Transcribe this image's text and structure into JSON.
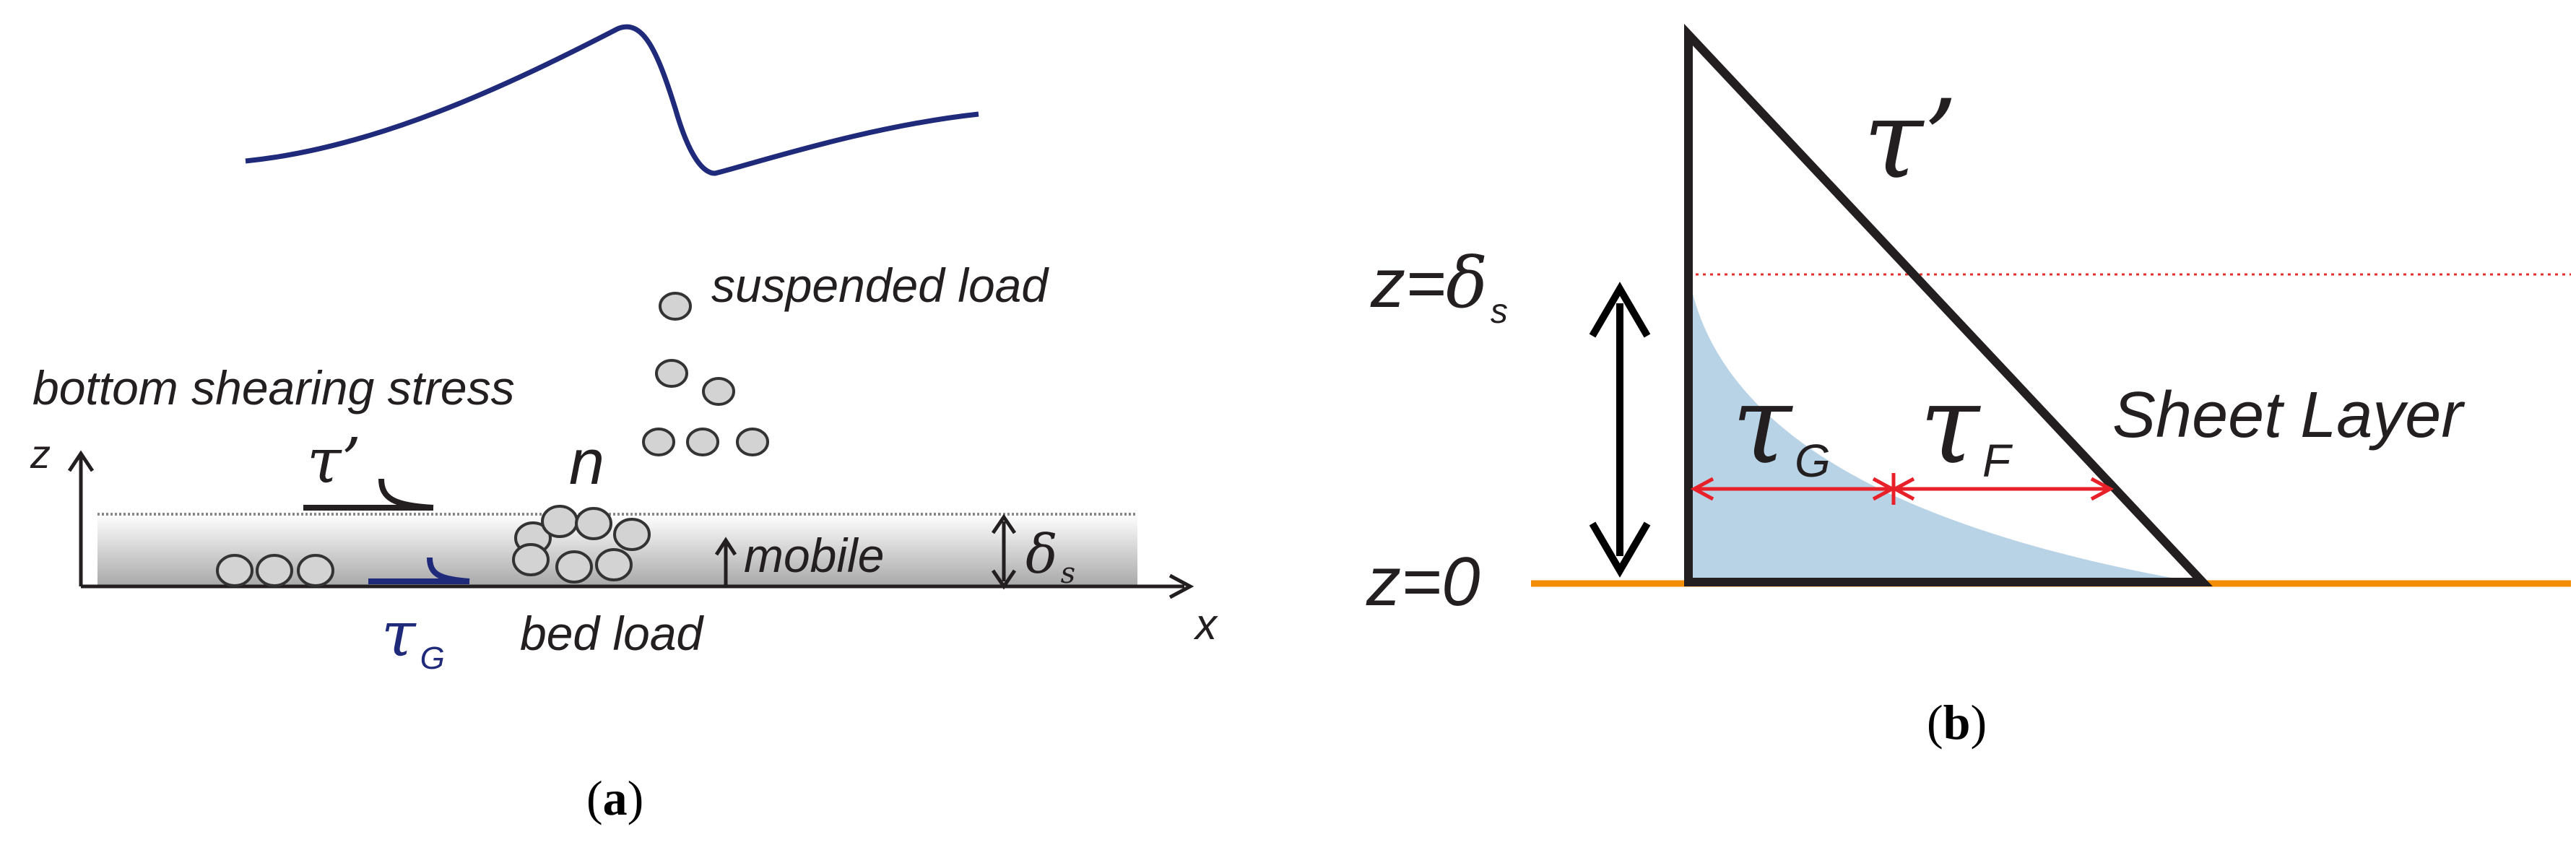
{
  "panel_a": {
    "caption_open": "(",
    "caption_letter": "a",
    "caption_close": ")",
    "suspended_load": "suspended load",
    "bottom_shearing_stress": "bottom shearing stress",
    "z_axis": "z",
    "x_axis": "x",
    "tau_prime": "τ’",
    "n_label": "n",
    "mobile": "mobile",
    "delta": "δ",
    "delta_sub": "s",
    "tau_g": "τ",
    "tau_g_sub": "G",
    "bed_load": "bed load",
    "wave_color": "#1f2a7a",
    "tau_g_color": "#1f2a7a"
  },
  "panel_b": {
    "caption_open": "(",
    "caption_letter": "b",
    "caption_close": ")",
    "tau_prime": "τ’",
    "z_delta_prefix": "z=",
    "z_delta_symbol": "δ",
    "z_delta_sub": "s",
    "z_zero": "z=0",
    "tau_g": "τ",
    "tau_g_sub": "G",
    "tau_f": "τ",
    "tau_f_sub": "F",
    "sheet_layer": "Sheet Layer",
    "ground_color": "#f28c00",
    "dotted_color": "#e03030",
    "fill_color": "#b9d3e6",
    "arrow_color": "#e8202a"
  }
}
